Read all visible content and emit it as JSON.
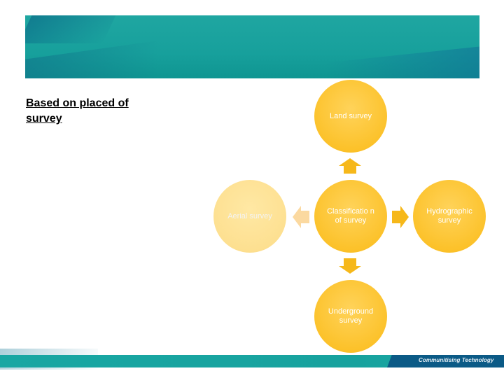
{
  "heading": "Based on placed of survey",
  "nodes": {
    "top": "Land survey",
    "left": "Aerial survey",
    "center": "Classificatio n of survey",
    "right": "Hydrographic survey",
    "bottom": "Underground survey"
  },
  "footer": {
    "tagline": "Communitising Technology"
  },
  "colors": {
    "banner": "#17a09c",
    "node_strong": "#fcc22b",
    "node_pale": "#fde091",
    "footer_tag": "#0b5a86"
  }
}
